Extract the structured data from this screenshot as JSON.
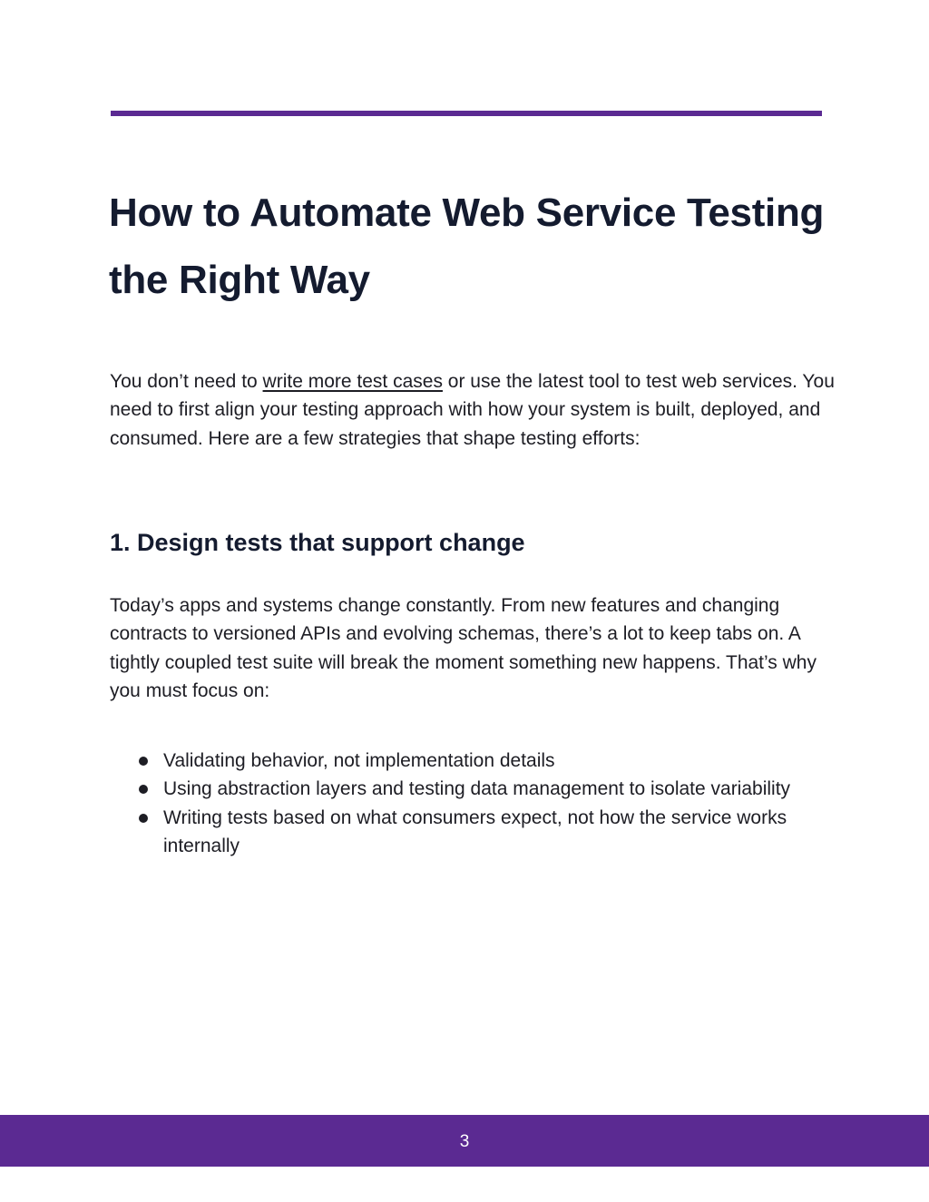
{
  "colors": {
    "accent": "#5b2a92",
    "heading": "#141b2f",
    "body_text": "#1d1d24",
    "background": "#ffffff"
  },
  "title": "How to Automate Web Service Testing the Right Way",
  "intro": {
    "before_link": "You don’t need to ",
    "link_text": "write more test cases",
    "after_link": " or use the latest tool to test web services. You need to first align your testing approach with how your system is built, deployed, and consumed. Here are a few strategies that shape testing efforts:"
  },
  "section1": {
    "heading": "1. Design tests that support change",
    "body": "Today’s apps and systems change constantly. From new features and changing contracts to versioned APIs and evolving schemas, there’s a lot to keep tabs on. A tightly coupled test suite will break the moment something new happens. That’s why you must focus on:",
    "bullets": [
      "Validating behavior, not implementation details",
      "Using abstraction layers and testing data management to isolate variability",
      "Writing tests based on what consumers expect, not how the service works internally"
    ]
  },
  "footer": {
    "page_number": "3"
  }
}
